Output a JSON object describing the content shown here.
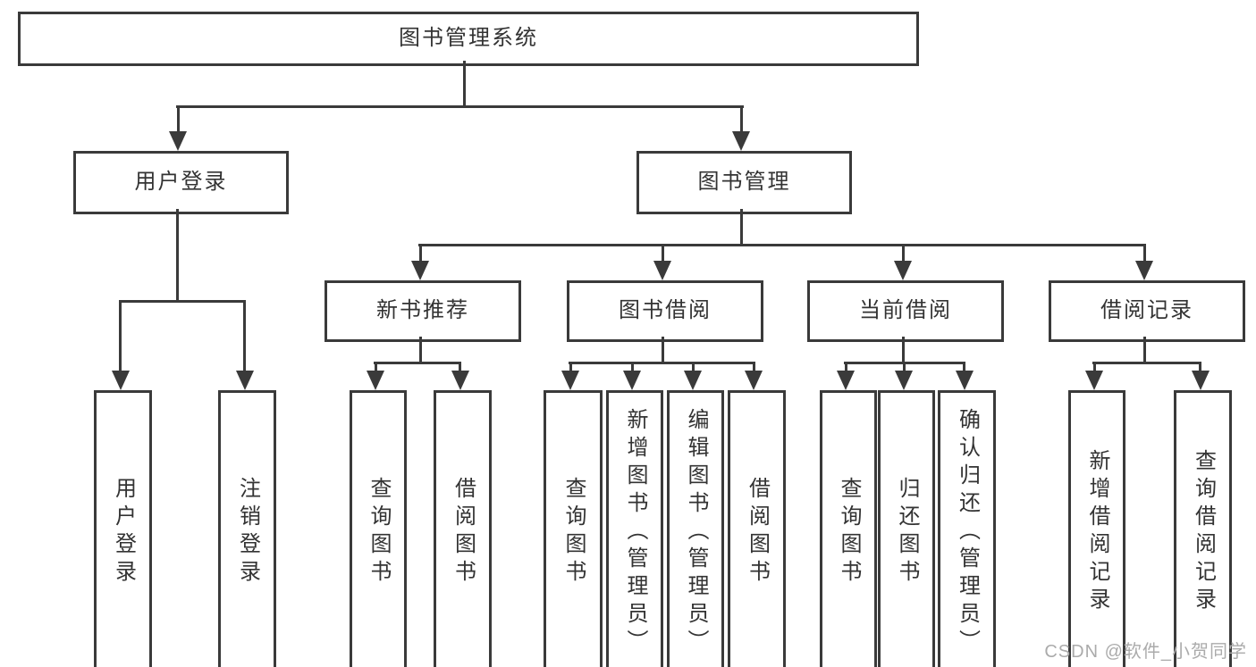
{
  "root": {
    "label": "图书管理系统"
  },
  "level2": [
    {
      "label": "用户登录"
    },
    {
      "label": "图书管理"
    }
  ],
  "level3": [
    {
      "label": "新书推荐"
    },
    {
      "label": "图书借阅"
    },
    {
      "label": "当前借阅"
    },
    {
      "label": "借阅记录"
    }
  ],
  "leaves": {
    "user_login": [
      "用户登录",
      "注销登录"
    ],
    "new_book": [
      "查询图书",
      "借阅图书"
    ],
    "book_borrow": [
      "查询图书",
      "新增图书（管理员）",
      "编辑图书（管理员）",
      "借阅图书"
    ],
    "current_borrow": [
      "查询图书",
      "归还图书",
      "确认归还（管理员）"
    ],
    "borrow_record": [
      "新增借阅记录",
      "查询借阅记录"
    ]
  },
  "watermark": "CSDN @软件_小贺同学",
  "colors": {
    "line": "#3a3a3a",
    "text": "#333333",
    "watermark": "#ababab",
    "background": "#ffffff"
  }
}
